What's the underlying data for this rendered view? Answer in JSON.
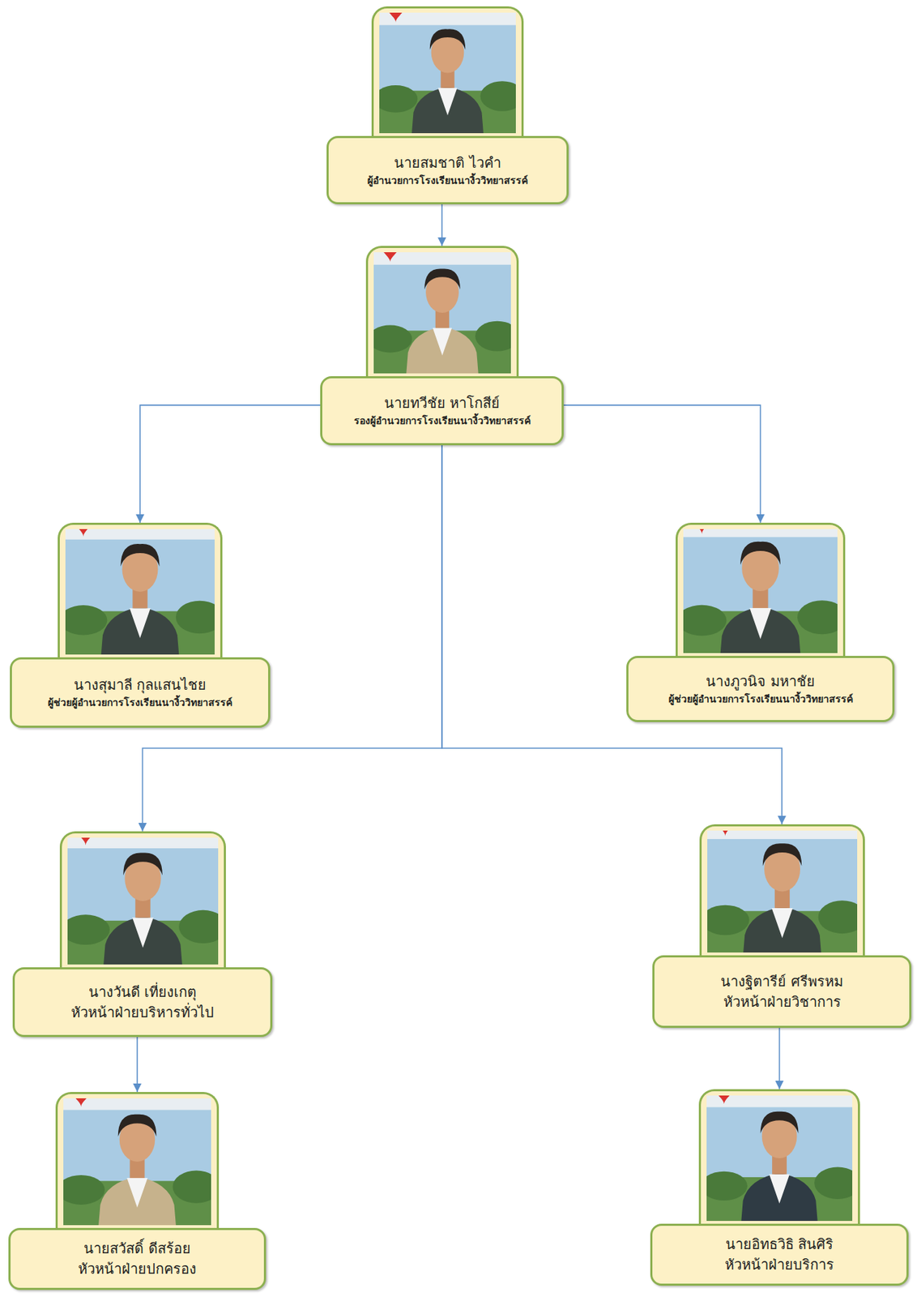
{
  "diagram": {
    "nodes": [
      {
        "text": [
          "นายสมชาติ ไวคำ",
          "ผู้อำนวยการโรงเรียนนางิ้ววิทยาสรรค์"
        ]
      },
      {
        "text": [
          "นายทวีชัย หาโกสีย์",
          "รองผู้อำนวยการโรงเรียนนางิ้ววิทยาสรรค์"
        ]
      },
      {
        "text": [
          "นางสุมาลี กุลแสนไชย",
          "ผู้ช่วยผู้อำนวยการโรงเรียนนางิ้ววิทยาสรรค์"
        ]
      },
      {
        "text": [
          "นางภูวนิจ มหาชัย",
          "ผู้ช่วยผู้อำนวยการโรงเรียนนางิ้ววิทยาสรรค์"
        ]
      },
      {
        "text": [
          "นางวันดี เที่ยงเกตุ",
          "หัวหน้าฝ่ายบริหารทั่วไป"
        ]
      },
      {
        "text": [
          "นางฐิตารีย์ ศรีพรหม",
          "หัวหน้าฝ่ายวิชาการ"
        ]
      },
      {
        "text": [
          "นายสวัสดิ์ ดีสร้อย",
          "หัวหน้าฝ่ายปกครอง"
        ]
      },
      {
        "text": [
          "นายอิทธวิธิ สินศิริ",
          "หัวหน้าฝ่ายบริการ"
        ]
      }
    ],
    "edges": [
      {
        "from": 0,
        "to": 1,
        "arrow": "to"
      },
      {
        "from": 1,
        "to": 2,
        "arrow": "to"
      },
      {
        "from": 1,
        "to": 3,
        "arrow": "to"
      },
      {
        "from": 1,
        "to": 4,
        "arrow": "to"
      },
      {
        "from": 1,
        "to": 5,
        "arrow": "to"
      },
      {
        "from": 4,
        "to": 6,
        "arrow": "to"
      },
      {
        "from": 5,
        "to": 7,
        "arrow": "to"
      }
    ]
  }
}
